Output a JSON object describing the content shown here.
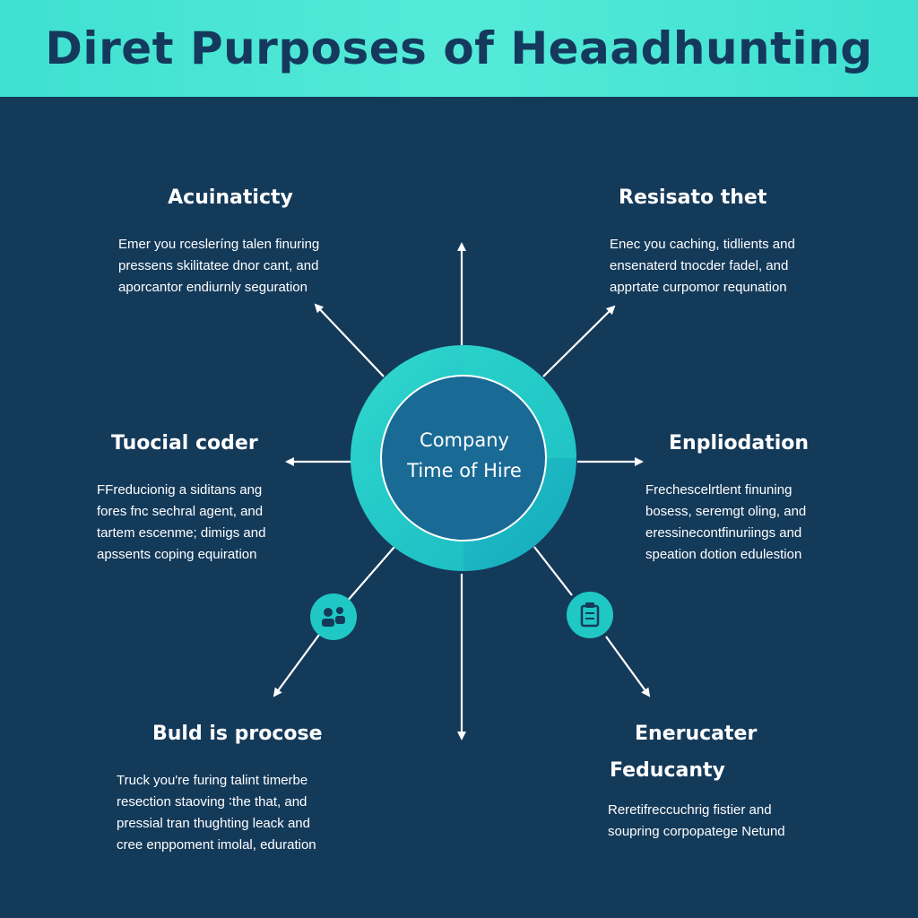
{
  "header": {
    "title": "Diret Purposes of Heaadhunting"
  },
  "center": {
    "line1": "Company",
    "line2": "Time of Hire"
  },
  "blocks": [
    {
      "title": "Acuinaticty",
      "lines": [
        "Emer you rcesleríng talen finuring",
        "pressens skilitatee dnor cant, and",
        "aporcantor endiurnly seguration"
      ]
    },
    {
      "title": "Resisato thet",
      "lines": [
        "Enec you caching, tidlients and",
        "ensenaterd tnocder fadel, and",
        "apprtate curpomor requnation"
      ]
    },
    {
      "title": "Tuocial coder",
      "lines": [
        "FFreducionig a siditans ang",
        "fores fnc sechral agent, and",
        "tartem escenme; dimigs and",
        "apssents coping equiration"
      ]
    },
    {
      "title": "Enpliodation",
      "lines": [
        "Frechescelrtlent finuning",
        "bosess, seremgt oling, and",
        "eressinecontfinuriings and",
        "speation dotion edulestion"
      ]
    },
    {
      "title": "Buld is procose",
      "lines": [
        "Truck you're furing talint timerbe",
        "resection staoving ∶the that, and",
        "pressial tran thughting leack and",
        "cree enppoment imolal, eduration"
      ]
    },
    {
      "title": "Enerucater",
      "subtitle": "Feducanty",
      "lines": [
        "Reretifreccuchrig fistier and",
        "soupring corpopatege Netund"
      ]
    }
  ],
  "icons": [
    "team-icon",
    "clipboard-icon"
  ],
  "colors": {
    "background": "#143a5a",
    "header": "#46e3d3",
    "accent": "#1fc8c4",
    "inner": "#1a6a96",
    "text": "#ffffff"
  }
}
